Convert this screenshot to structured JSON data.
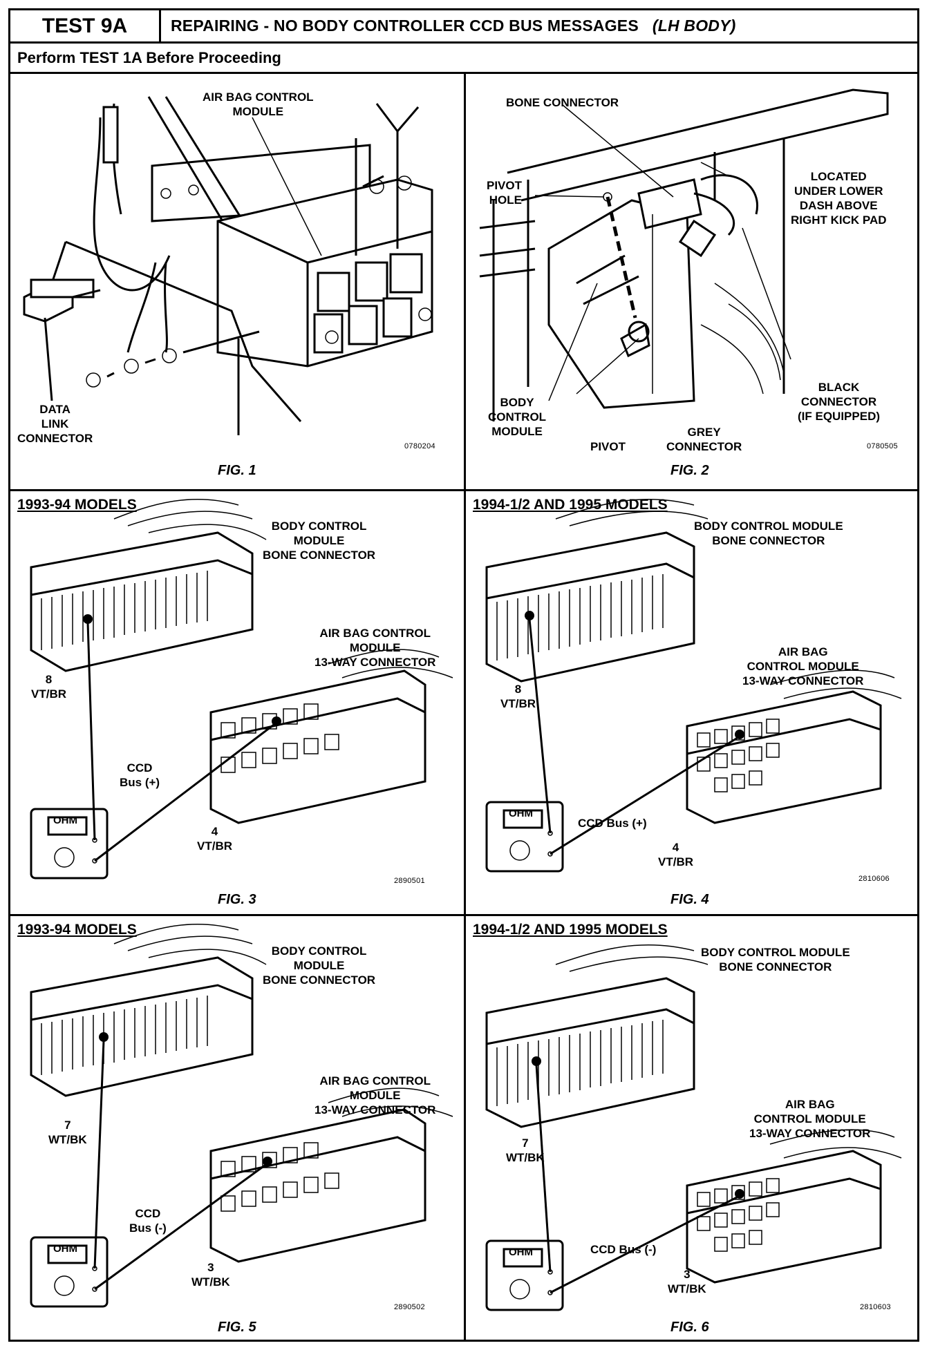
{
  "header": {
    "test_id": "TEST 9A",
    "title": "REPAIRING - NO BODY CONTROLLER CCD BUS MESSAGES",
    "body_type": "(LH BODY)",
    "prerequisite": "Perform TEST 1A Before Proceeding"
  },
  "fig1": {
    "caption": "FIG. 1",
    "code": "0780204",
    "labels": {
      "air_bag_module": [
        "AIR BAG CONTROL",
        "MODULE"
      ],
      "data_link": [
        "DATA",
        "LINK",
        "CONNECTOR"
      ]
    }
  },
  "fig2": {
    "caption": "FIG. 2",
    "code": "0780505",
    "labels": {
      "bone_connector": "BONE CONNECTOR",
      "pivot_hole": [
        "PIVOT",
        "HOLE"
      ],
      "located": [
        "LOCATED",
        "UNDER LOWER",
        "DASH ABOVE",
        "RIGHT KICK PAD"
      ],
      "body_control_module": [
        "BODY",
        "CONTROL",
        "MODULE"
      ],
      "pivot": "PIVOT",
      "grey_connector": [
        "GREY",
        "CONNECTOR"
      ],
      "black_connector": [
        "BLACK",
        "CONNECTOR",
        "(IF EQUIPPED)"
      ]
    }
  },
  "fig3": {
    "models": "1993-94 MODELS",
    "caption": "FIG. 3",
    "code": "2890501",
    "bcm": [
      "BODY CONTROL",
      "MODULE",
      "BONE CONNECTOR"
    ],
    "abm": [
      "AIR BAG CONTROL",
      "MODULE",
      "13-WAY CONNECTOR"
    ],
    "pin_a": [
      "8",
      "VT/BR"
    ],
    "pin_b": [
      "4",
      "VT/BR"
    ],
    "bus": [
      "CCD",
      "Bus (+)"
    ],
    "meter": "OHM"
  },
  "fig4": {
    "models": "1994-1/2 AND 1995 MODELS",
    "caption": "FIG. 4",
    "code": "2810606",
    "bcm": [
      "BODY CONTROL MODULE",
      "BONE CONNECTOR"
    ],
    "abm": [
      "AIR BAG",
      "CONTROL MODULE",
      "13-WAY CONNECTOR"
    ],
    "pin_a": [
      "8",
      "VT/BR"
    ],
    "pin_b": [
      "4",
      "VT/BR"
    ],
    "bus": "CCD Bus (+)",
    "meter": "OHM"
  },
  "fig5": {
    "models": "1993-94 MODELS",
    "caption": "FIG. 5",
    "code": "2890502",
    "bcm": [
      "BODY CONTROL",
      "MODULE",
      "BONE CONNECTOR"
    ],
    "abm": [
      "AIR BAG CONTROL",
      "MODULE",
      "13-WAY CONNECTOR"
    ],
    "pin_a": [
      "7",
      "WT/BK"
    ],
    "pin_b": [
      "3",
      "WT/BK"
    ],
    "bus": [
      "CCD",
      "Bus (-)"
    ],
    "meter": "OHM"
  },
  "fig6": {
    "models": "1994-1/2 AND 1995 MODELS",
    "caption": "FIG. 6",
    "code": "2810603",
    "bcm": [
      "BODY CONTROL MODULE",
      "BONE CONNECTOR"
    ],
    "abm": [
      "AIR BAG",
      "CONTROL MODULE",
      "13-WAY CONNECTOR"
    ],
    "pin_a": [
      "7",
      "WT/BK"
    ],
    "pin_b": [
      "3",
      "WT/BK"
    ],
    "bus": "CCD Bus (-)",
    "meter": "OHM"
  }
}
